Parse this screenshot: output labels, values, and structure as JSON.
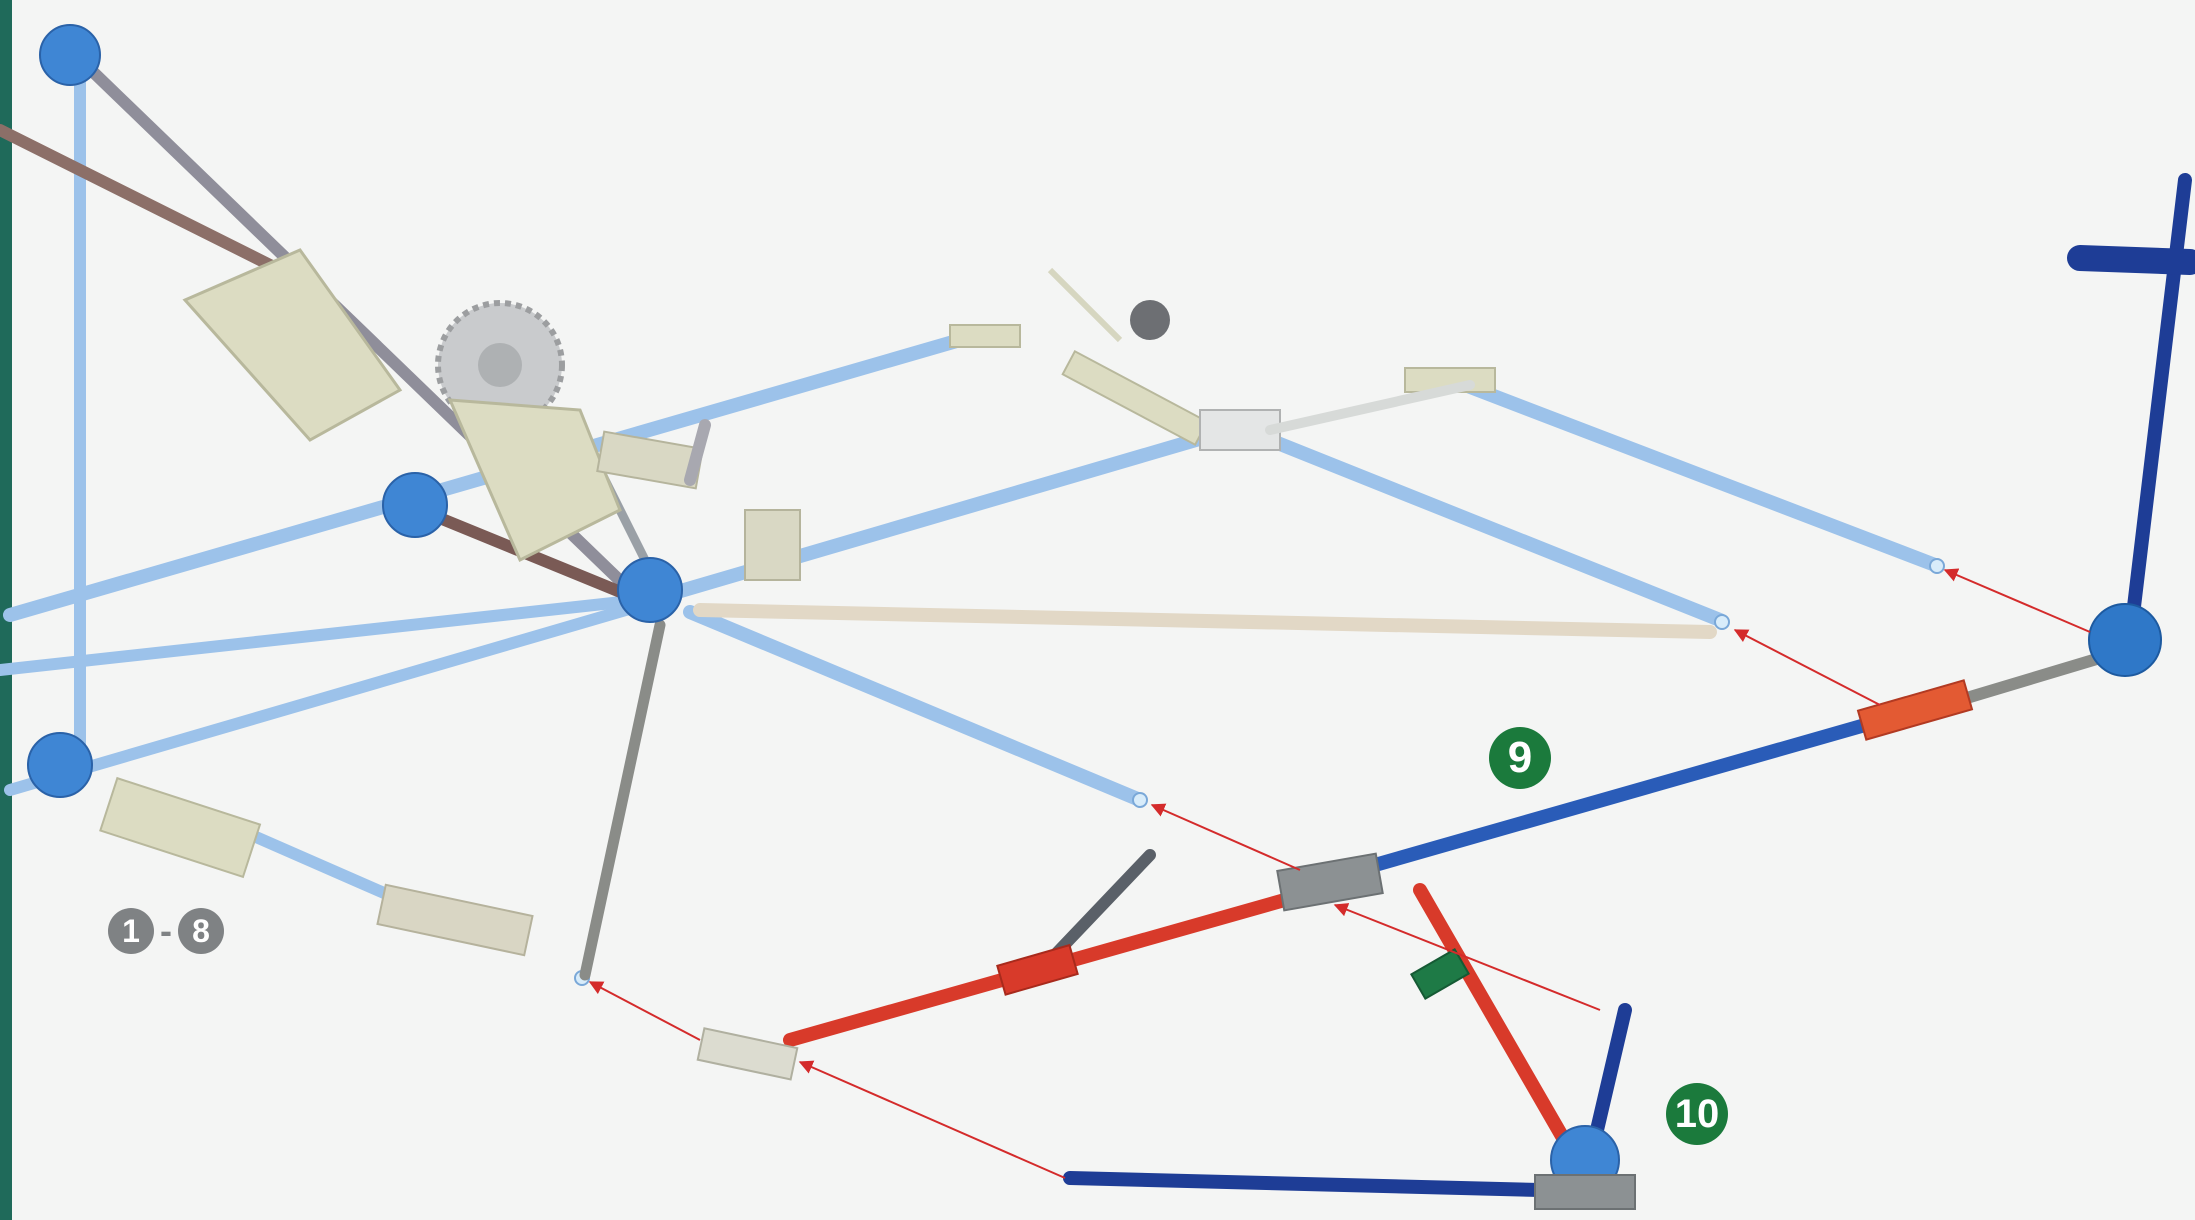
{
  "step_labels": {
    "range_start": "1",
    "range_sep": "-",
    "range_end": "8",
    "step_9": "9",
    "step_10": "10"
  },
  "colors": {
    "rod_light_blue": "#9cc2ea",
    "rod_dark_blue": "#1e3d96",
    "rod_mid_blue": "#2a5cb8",
    "rod_red": "#d83a2a",
    "rod_grey": "#8a8c88",
    "rod_beige": "#e2d8c6",
    "connector_blue": "#3f86d4",
    "connector_grey": "#8c9193",
    "connector_beige": "#dcdcc2",
    "arrow_red": "#d42b2b",
    "badge_green": "#1b7a3c",
    "badge_grey": "#7f8284"
  }
}
